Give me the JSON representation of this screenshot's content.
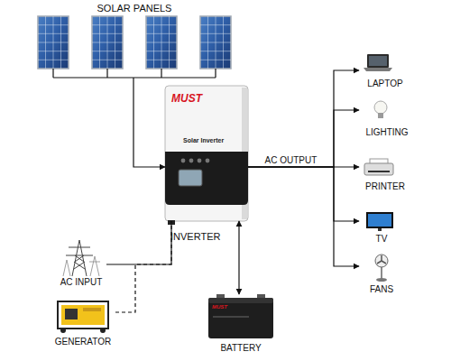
{
  "diagram": {
    "nodes": [
      {
        "text": [
          "SOLAR PANELS"
        ]
      },
      {
        "text": [
          "MUST",
          "Solar Inverter",
          "INVERTER"
        ]
      },
      {
        "text": [
          "LAPTOP"
        ]
      },
      {
        "text": [
          "LIGHTING"
        ]
      },
      {
        "text": [
          "PRINTER"
        ]
      },
      {
        "text": [
          "TV"
        ]
      },
      {
        "text": [
          "FANS"
        ]
      },
      {
        "text": [
          "AC INPUT"
        ]
      },
      {
        "text": [
          "GENERATOR"
        ]
      },
      {
        "text": [
          "MUST",
          "BATTERY"
        ]
      }
    ],
    "edges": [
      {
        "from": 0,
        "to": 1,
        "arrow": "to"
      },
      {
        "from": 1,
        "to": 2,
        "arrow": "to"
      },
      {
        "from": 1,
        "to": 3,
        "arrow": "to"
      },
      {
        "from": 1,
        "to": 4,
        "label": "AC OUTPUT",
        "arrow": "to"
      },
      {
        "from": 1,
        "to": 5,
        "arrow": "to"
      },
      {
        "from": 1,
        "to": 6,
        "arrow": "to"
      },
      {
        "from": 7,
        "to": 1,
        "arrow": "none"
      },
      {
        "from": 8,
        "to": 1,
        "arrow": "none"
      },
      {
        "from": 1,
        "to": 9,
        "arrow": "both"
      }
    ]
  }
}
